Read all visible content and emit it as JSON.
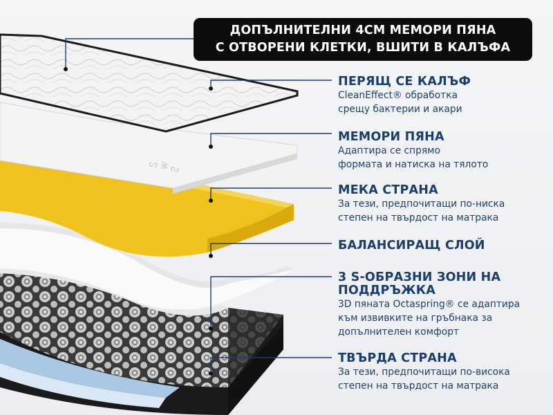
{
  "header": {
    "line1": "ДОПЪЛНИТЕЛНИ 4СМ МЕМОРИ ПЯНА",
    "line2": "С ОТВОРЕНИ КЛЕТКИ, ВШИТИ В КАЛЪФА"
  },
  "layers": [
    {
      "title": "ПЕРЯЩ СЕ КАЛЪФ",
      "line1": "CleanEffect® обработка",
      "line2": "срещу бактерии и акари",
      "line3": ""
    },
    {
      "title": "МЕМОРИ ПЯНА",
      "line1": "Адаптира се спрямо",
      "line2": "формата и натиска на тялото",
      "line3": ""
    },
    {
      "title": "МЕКА СТРАНА",
      "line1": "За тези, предпочитащи по-ниска",
      "line2": "степен на твърдост на матрака",
      "line3": ""
    },
    {
      "title": "БАЛАНСИРАЩ СЛОЙ",
      "line1": "",
      "line2": "",
      "line3": ""
    },
    {
      "title": "3 S-ОБРАЗНИ ЗОНИ НА",
      "title2": "ПОДДРЪЖКА",
      "line1": "3D пяната Octaspring® се адаптира",
      "line2": "към извивките на гръбнака за",
      "line3": "допълнителен комфорт"
    },
    {
      "title": "ТВЪРДА СТРАНА",
      "line1": "За тези, предпочитащи по-висока",
      "line2": "степен на твърдост на матрака",
      "line3": ""
    }
  ],
  "colors": {
    "label_blue": "#1b3d6e",
    "soft_layer_yellow": "#f0c21e",
    "base_black": "#1a1a1a",
    "firm_layer_blue": "#9fc3e0"
  }
}
